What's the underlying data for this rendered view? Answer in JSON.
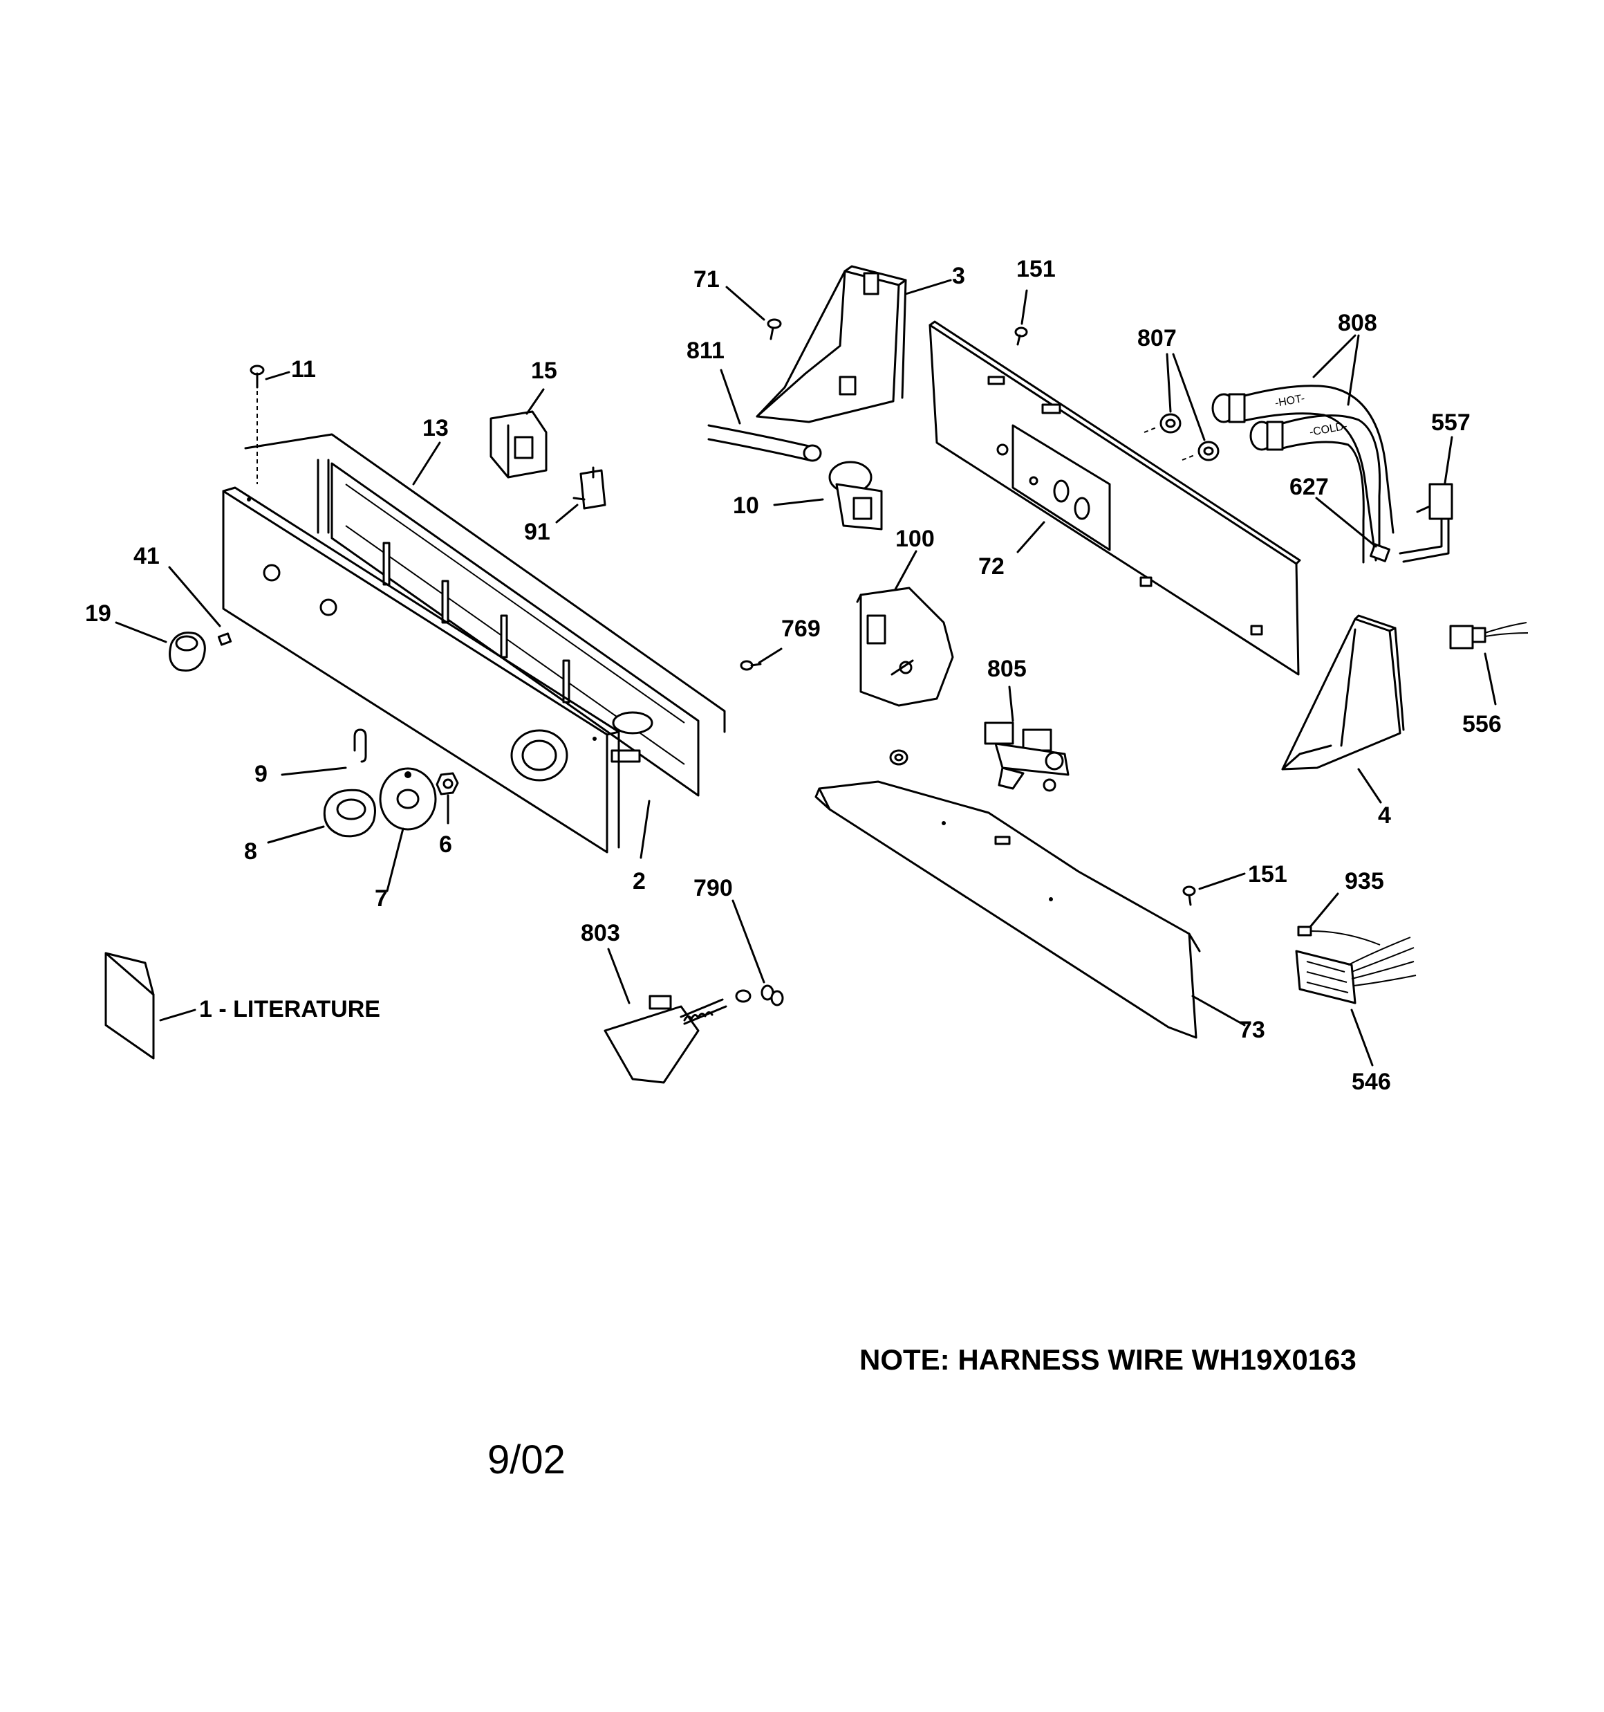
{
  "callouts": [
    {
      "id": "c-71",
      "text": "71"
    },
    {
      "id": "c-3",
      "text": "3"
    },
    {
      "id": "c-151a",
      "text": "151"
    },
    {
      "id": "c-807",
      "text": "807"
    },
    {
      "id": "c-808",
      "text": "808"
    },
    {
      "id": "c-811",
      "text": "811"
    },
    {
      "id": "c-11",
      "text": "11"
    },
    {
      "id": "c-15",
      "text": "15"
    },
    {
      "id": "c-13",
      "text": "13"
    },
    {
      "id": "c-557",
      "text": "557"
    },
    {
      "id": "c-627",
      "text": "627"
    },
    {
      "id": "c-10",
      "text": "10"
    },
    {
      "id": "c-91",
      "text": "91"
    },
    {
      "id": "c-100",
      "text": "100"
    },
    {
      "id": "c-72",
      "text": "72"
    },
    {
      "id": "c-41",
      "text": "41"
    },
    {
      "id": "c-19",
      "text": "19"
    },
    {
      "id": "c-769",
      "text": "769"
    },
    {
      "id": "c-805",
      "text": "805"
    },
    {
      "id": "c-556",
      "text": "556"
    },
    {
      "id": "c-9",
      "text": "9"
    },
    {
      "id": "c-4",
      "text": "4"
    },
    {
      "id": "c-8",
      "text": "8"
    },
    {
      "id": "c-6",
      "text": "6"
    },
    {
      "id": "c-7",
      "text": "7"
    },
    {
      "id": "c-2",
      "text": "2"
    },
    {
      "id": "c-151b",
      "text": "151"
    },
    {
      "id": "c-935",
      "text": "935"
    },
    {
      "id": "c-790",
      "text": "790"
    },
    {
      "id": "c-803",
      "text": "803"
    },
    {
      "id": "c-1",
      "text": "1 - LITERATURE"
    },
    {
      "id": "c-73",
      "text": "73"
    },
    {
      "id": "c-546",
      "text": "546"
    }
  ],
  "hose_labels": {
    "hot": "-HOT-",
    "cold": "-COLD-"
  },
  "note": "NOTE: HARNESS WIRE WH19X0163",
  "date": "9/02"
}
